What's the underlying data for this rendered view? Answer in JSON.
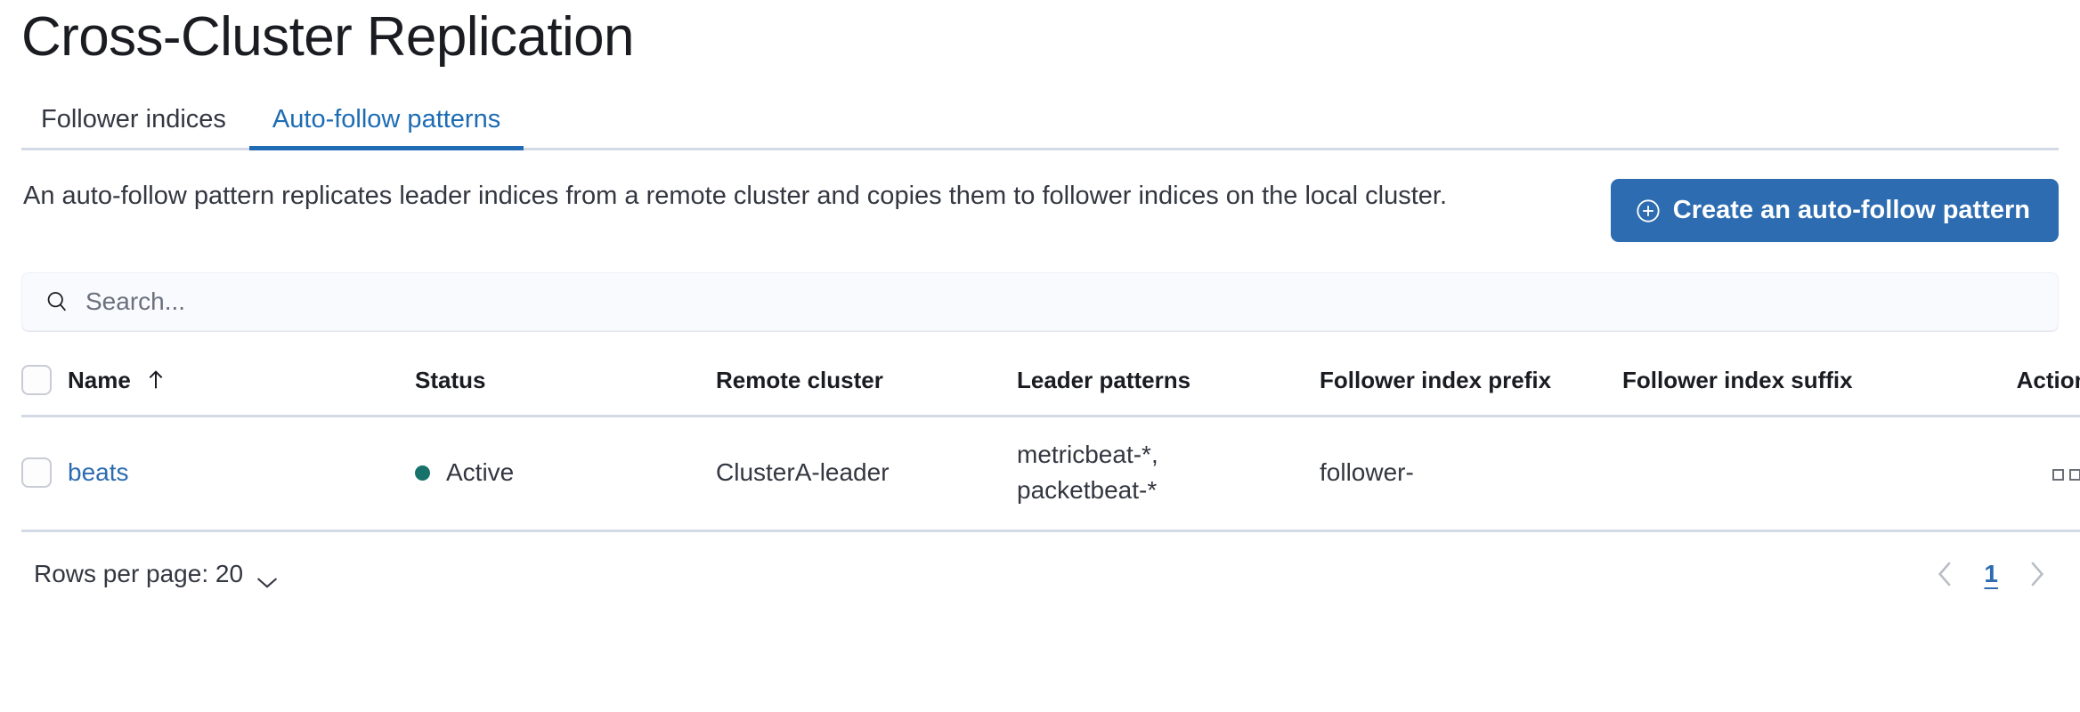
{
  "header": {
    "title": "Cross-Cluster Replication"
  },
  "tabs": [
    {
      "label": "Follower indices",
      "active": false
    },
    {
      "label": "Auto-follow patterns",
      "active": true
    }
  ],
  "intro": {
    "description": "An auto-follow pattern replicates leader indices from a remote cluster and copies them to follower indices on the local cluster.",
    "create_button_label": "Create an auto-follow pattern",
    "create_button_icon": "plus-in-circle-icon",
    "create_button_color": "#2d6cb0"
  },
  "search": {
    "value": "",
    "placeholder": "Search...",
    "icon": "search-icon"
  },
  "table": {
    "columns": [
      {
        "label": "Name",
        "sort": "ascending",
        "sort_icon": "arrow-up-icon"
      },
      {
        "label": "Status"
      },
      {
        "label": "Remote cluster"
      },
      {
        "label": "Leader patterns"
      },
      {
        "label": "Follower index prefix"
      },
      {
        "label": "Follower index suffix"
      },
      {
        "label": "Actions"
      }
    ],
    "rows": [
      {
        "selected": false,
        "name": "beats",
        "status": "Active",
        "status_color": "#17726b",
        "remote_cluster": "ClusterA-leader",
        "leader_patterns": "metricbeat-*,\npacketbeat-*",
        "follower_index_prefix": "follower-",
        "follower_index_suffix": "",
        "actions_icon": "ellipsis-icon"
      }
    ]
  },
  "footer": {
    "rows_per_page_label": "Rows per page: 20",
    "rows_per_page_icon": "chevron-down-icon",
    "prev_icon": "chevron-left-icon",
    "next_icon": "chevron-right-icon",
    "current_page": "1"
  },
  "colors": {
    "accent": "#2d6cb0",
    "tab_active": "#206bb4",
    "border": "#d3dae6",
    "text": "#343741"
  }
}
